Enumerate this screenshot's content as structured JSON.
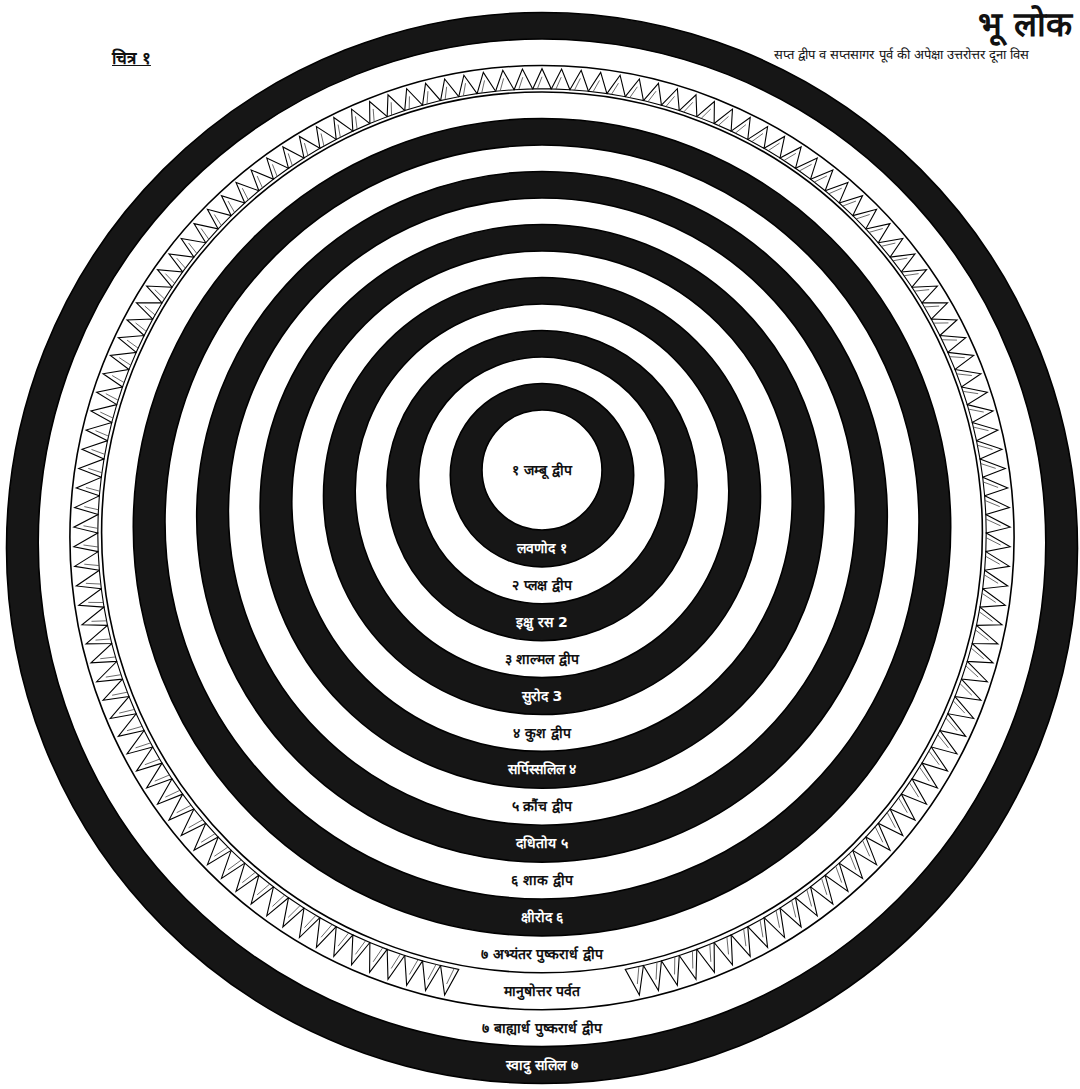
{
  "diagram": {
    "title": "भू लोक",
    "nodes": [
      {
        "text": [
          "१ जम्बू द्वीप"
        ]
      },
      {
        "text": [
          "लवणोद १"
        ]
      },
      {
        "text": [
          "२ प्लक्ष द्वीप"
        ]
      },
      {
        "text": [
          "इक्षु रस 2"
        ]
      },
      {
        "text": [
          "३ शाल्मल द्वीप"
        ]
      },
      {
        "text": [
          "सुरोद 3"
        ]
      },
      {
        "text": [
          "४ कुश द्वीप"
        ]
      },
      {
        "text": [
          "सर्पिस्सलिल ४"
        ]
      },
      {
        "text": [
          "५ क्रौंच द्वीप"
        ]
      },
      {
        "text": [
          "दधितोय ५"
        ]
      },
      {
        "text": [
          "६ शाक द्वीप"
        ]
      },
      {
        "text": [
          "क्षीरोद ६"
        ]
      },
      {
        "text": [
          "७ अभ्यंतर पुष्करार्ध द्वीप"
        ]
      },
      {
        "text": [
          "मानुषोत्तर पर्वत"
        ]
      },
      {
        "text": [
          "७ बाह्यार्ध पुष्करार्ध द्वीप"
        ]
      },
      {
        "text": [
          "स्वादु सलिल ७"
        ]
      }
    ],
    "labels": [
      "चित्र १",
      "सप्त द्वीप व सप्तसागर पूर्व की अपेक्षा उत्तरोत्तर दूना विस"
    ]
  }
}
